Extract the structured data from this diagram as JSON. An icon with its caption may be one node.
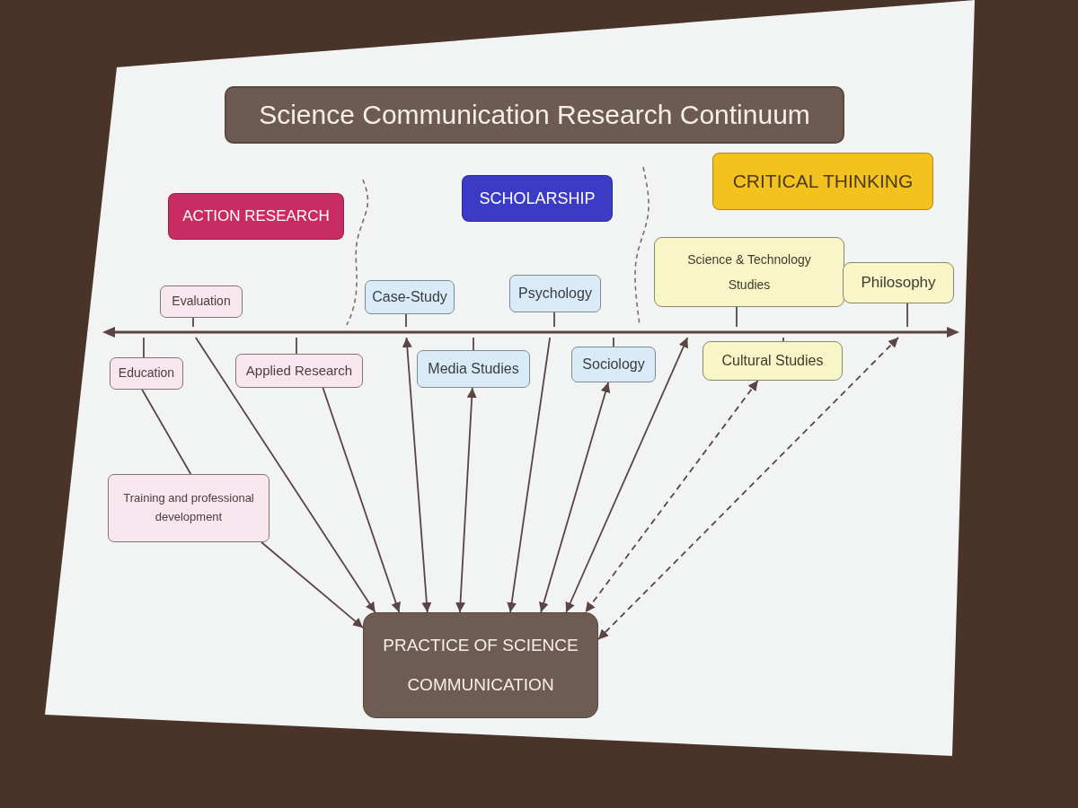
{
  "diagram": {
    "title": "Science Communication Research Continuum",
    "nodes": [
      {
        "text": [
          "ACTION RESEARCH"
        ]
      },
      {
        "text": [
          "SCHOLARSHIP"
        ]
      },
      {
        "text": [
          "CRITICAL THINKING"
        ]
      },
      {
        "text": [
          "Evaluation"
        ]
      },
      {
        "text": [
          "Education"
        ]
      },
      {
        "text": [
          "Applied Research"
        ]
      },
      {
        "text": [
          "Training and professional development"
        ]
      },
      {
        "text": [
          "Case-Study"
        ]
      },
      {
        "text": [
          "Media Studies"
        ]
      },
      {
        "text": [
          "Psychology"
        ]
      },
      {
        "text": [
          "Sociology"
        ]
      },
      {
        "text": [
          "Science & Technology Studies"
        ]
      },
      {
        "text": [
          "Philosophy"
        ]
      },
      {
        "text": [
          "Cultural Studies"
        ]
      },
      {
        "text": [],
        "shape": "arrow"
      },
      {
        "text": [
          "PRACTICE OF SCIENCE COMMUNICATION"
        ]
      }
    ],
    "edges": [
      {
        "from": 3,
        "to": 14,
        "arrow": "none"
      },
      {
        "from": 4,
        "to": 14,
        "arrow": "none"
      },
      {
        "from": 5,
        "to": 14,
        "arrow": "none"
      },
      {
        "from": 7,
        "to": 14,
        "arrow": "none"
      },
      {
        "from": 8,
        "to": 14,
        "arrow": "none"
      },
      {
        "from": 9,
        "to": 14,
        "arrow": "none"
      },
      {
        "from": 10,
        "to": 14,
        "arrow": "none"
      },
      {
        "from": 11,
        "to": 14,
        "arrow": "none"
      },
      {
        "from": 12,
        "to": 14,
        "arrow": "none"
      },
      {
        "from": 13,
        "to": 14,
        "arrow": "none"
      },
      {
        "from": 4,
        "to": 6,
        "arrow": "none"
      },
      {
        "from": 14,
        "to": 15,
        "arrow": "to"
      },
      {
        "from": 5,
        "to": 15,
        "arrow": "to"
      },
      {
        "from": 6,
        "to": 15,
        "arrow": "to"
      },
      {
        "from": 14,
        "to": 15,
        "arrow": "both"
      },
      {
        "from": 8,
        "to": 15,
        "arrow": "both"
      },
      {
        "from": 14,
        "to": 15,
        "arrow": "to"
      },
      {
        "from": 10,
        "to": 15,
        "arrow": "both"
      },
      {
        "from": 14,
        "to": 15,
        "arrow": "both"
      },
      {
        "from": 13,
        "to": 15,
        "arrow": "both",
        "style": "dashed"
      },
      {
        "from": 14,
        "to": 15,
        "arrow": "both",
        "style": "dashed"
      }
    ]
  }
}
